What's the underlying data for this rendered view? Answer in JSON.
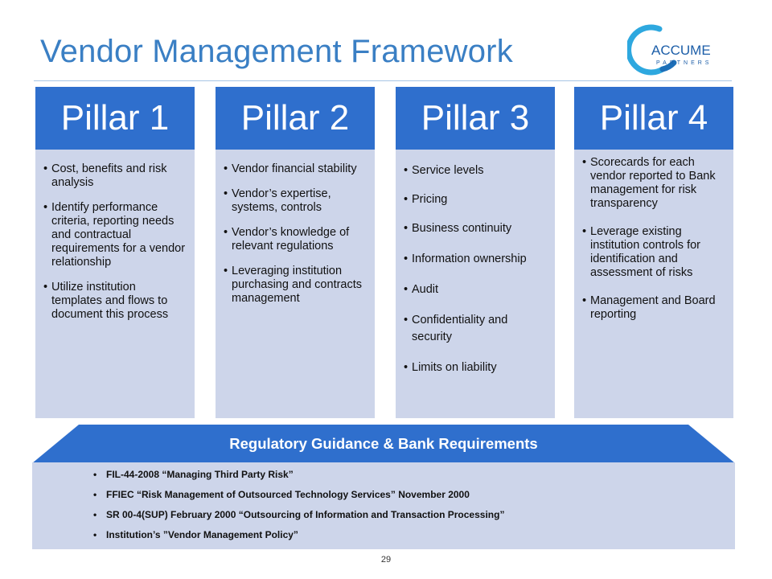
{
  "slide": {
    "title": "Vendor Management Framework",
    "page_number": "29",
    "logo": {
      "name": "ACCUME",
      "tagline": "PARTNERS"
    }
  },
  "pillars": [
    {
      "heading": "Pillar 1",
      "items": [
        "Cost, benefits and risk analysis",
        "Identify performance criteria, reporting needs and contractual requirements for a vendor relationship",
        "Utilize institution templates and flows to document this process"
      ]
    },
    {
      "heading": "Pillar 2",
      "items": [
        "Vendor financial stability",
        "Vendor’s expertise, systems, controls",
        "Vendor’s knowledge of relevant regulations",
        "Leveraging institution purchasing and contracts management"
      ]
    },
    {
      "heading": "Pillar 3",
      "items": [
        "Service levels",
        "Pricing",
        "Business continuity",
        "Information ownership",
        "Audit",
        "Confidentiality and security",
        "Limits on liability"
      ]
    },
    {
      "heading": "Pillar 4",
      "items": [
        "Scorecards for each vendor reported to Bank management for risk transparency",
        "Leverage existing institution controls for identification and assessment of risks",
        "Management and Board reporting"
      ]
    }
  ],
  "regulatory": {
    "title": "Regulatory Guidance & Bank Requirements",
    "items": [
      "FIL-44-2008 “Managing Third Party Risk”",
      "FFIEC “Risk Management of Outsourced Technology Services” November 2000",
      "SR 00-4(SUP) February 2000 “Outsourcing of Information and Transaction Processing”",
      "Institution’s ”Vendor Management Policy”"
    ]
  },
  "colors": {
    "title": "#3a7fc4",
    "pillar_head": "#2f6fcd",
    "pillar_body": "#cdd5ea",
    "banner": "#2f6fcd"
  }
}
